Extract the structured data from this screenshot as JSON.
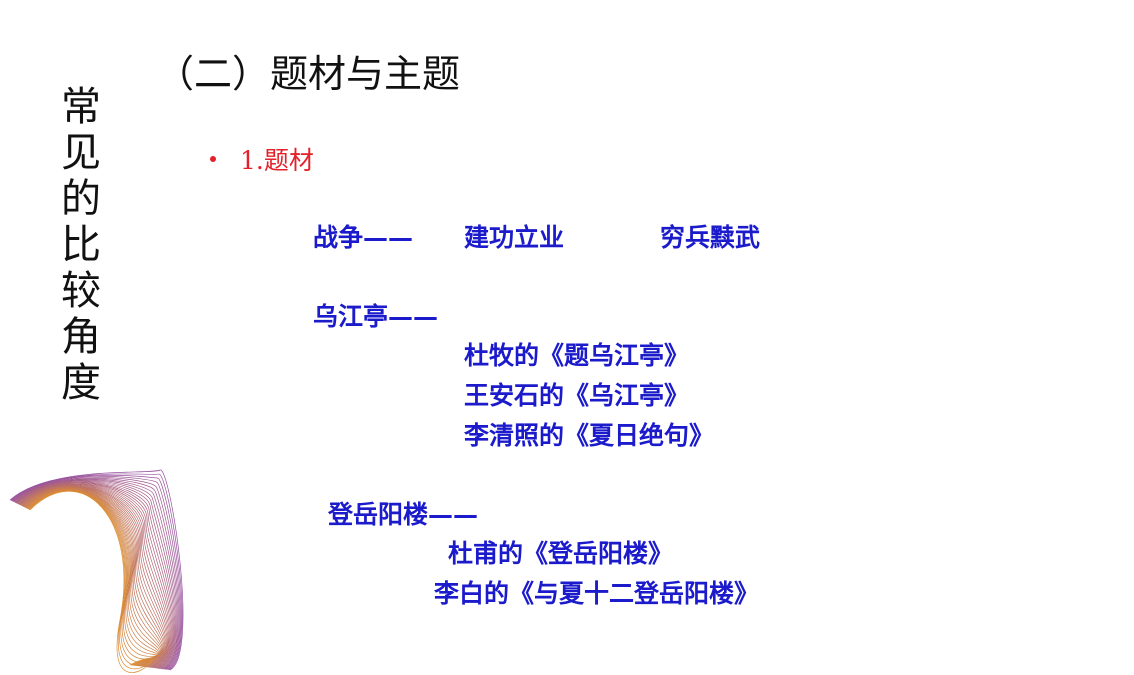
{
  "side_title": "常见的比较角度",
  "section_title": "（二）题材与主题",
  "bullet": {
    "text": "1.题材",
    "color": "#e4202a"
  },
  "accent_blue": "#1b1bcc",
  "lines": {
    "war_head": "战争——",
    "war_item1": "建功立业",
    "war_item2": "穷兵黩武",
    "wujiang_head": "乌江亭——",
    "wujiang_1": "杜牧的《题乌江亭》",
    "wujiang_2": "王安石的《乌江亭》",
    "wujiang_3": "李清照的《夏日绝句》",
    "yueyang_head": "登岳阳楼——",
    "yueyang_1": "杜甫的《登岳阳楼》",
    "yueyang_2": "李白的《与夏十二登岳阳楼》"
  }
}
